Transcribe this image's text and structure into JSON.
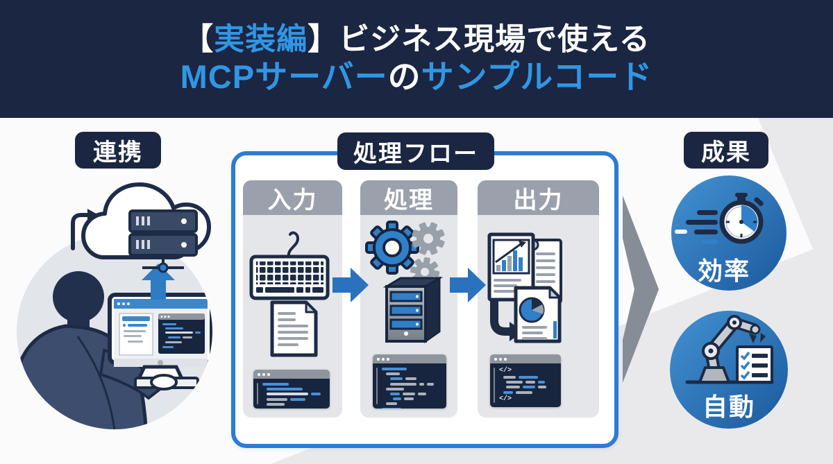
{
  "colors": {
    "header_bg": "#1a2642",
    "accent_blue": "#3096e4",
    "navy_outline": "#1d2b45",
    "flow_border": "#2b7cd3",
    "badge_bg": "#1a2642",
    "column_header": "#9aa1ac",
    "column_bg": "#e4e6e9",
    "code_bg": "#17253f",
    "circle_blue": "#2f7fc3",
    "gray_arrow": "#878d96"
  },
  "header": {
    "line1": [
      {
        "text": "【"
      },
      {
        "text": "実装編"
      },
      {
        "text": "】"
      },
      {
        "text": "ビジネス現場で使える"
      }
    ],
    "line2": [
      {
        "text": "MCPサーバー"
      },
      {
        "text": "の"
      },
      {
        "text": "サンプルコード"
      }
    ]
  },
  "sections": {
    "left": {
      "label": "連携"
    },
    "flow": {
      "label": "処理フロー",
      "columns": [
        {
          "label": "入力"
        },
        {
          "label": "処理"
        },
        {
          "label": "出力",
          "code_tag": "</>"
        }
      ]
    },
    "results": {
      "label": "成果",
      "items": [
        {
          "label": "効率"
        },
        {
          "label": "自動"
        }
      ]
    }
  }
}
